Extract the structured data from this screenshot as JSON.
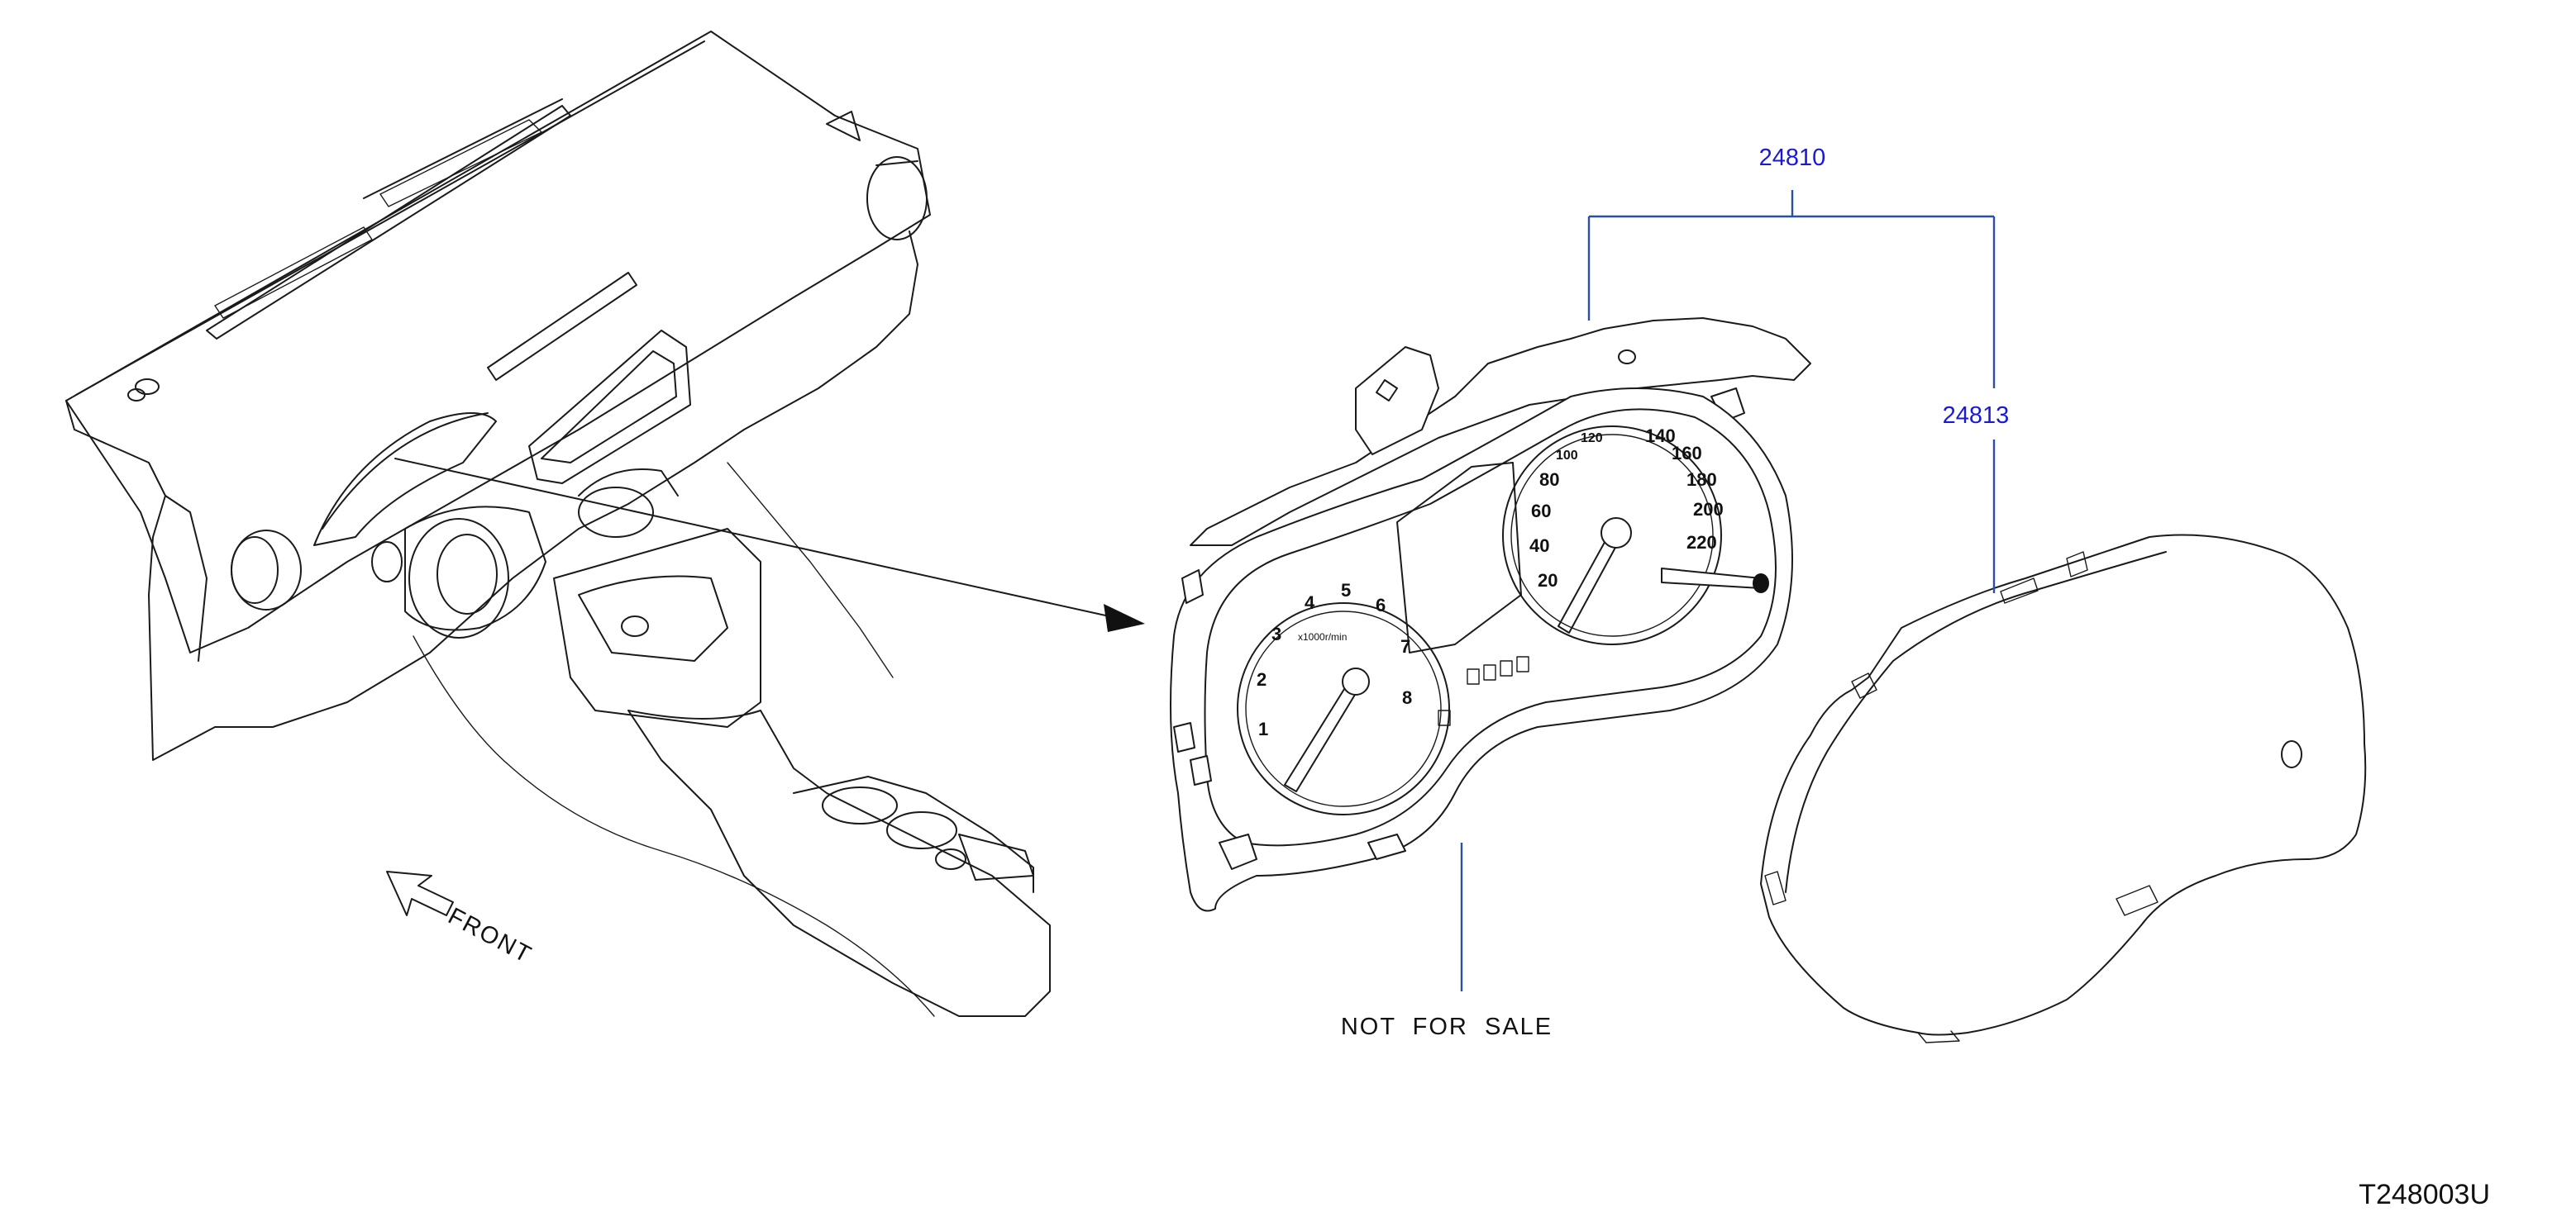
{
  "parts": [
    {
      "number": "24810"
    },
    {
      "number": "24813"
    }
  ],
  "notes": {
    "not_for_sale": "NOT  FOR  SALE",
    "front": "FRONT"
  },
  "figure_code": "T248003U",
  "tachometer_numbers": [
    "1",
    "2",
    "3",
    "4",
    "5",
    "6",
    "7",
    "8"
  ],
  "tachometer_unit": "x1000r/min",
  "speedometer_numbers": [
    "20",
    "40",
    "60",
    "80",
    "100",
    "120",
    "140",
    "160",
    "180",
    "200",
    "220"
  ],
  "colors": {
    "leader": "#2a4fa8",
    "part_number": "#1a1ad6",
    "linework": "#1a1a1a"
  }
}
